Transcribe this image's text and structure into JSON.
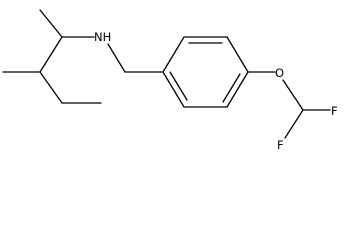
{
  "molecule": {
    "atoms": {
      "nitrogen": "NH",
      "oxygen": "O",
      "fluorine_top": "F",
      "fluorine_bottom": "F"
    }
  }
}
